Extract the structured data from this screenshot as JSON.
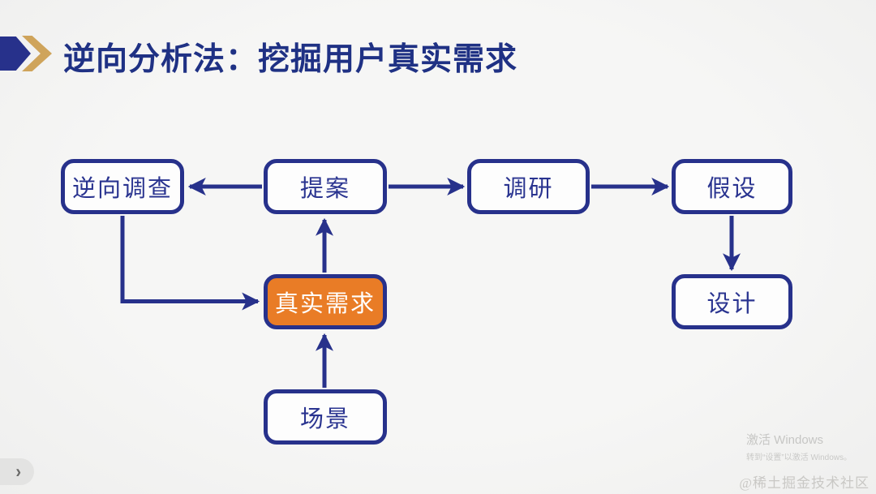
{
  "slide": {
    "title": "逆向分析法：挖掘用户真实需求"
  },
  "diagram": {
    "nodes": [
      {
        "id": "reverse-survey",
        "label": "逆向调查"
      },
      {
        "id": "proposal",
        "label": "提案"
      },
      {
        "id": "research",
        "label": "调研"
      },
      {
        "id": "hypothesis",
        "label": "假设"
      },
      {
        "id": "real-needs",
        "label": "真实需求",
        "highlight": true
      },
      {
        "id": "design",
        "label": "设计"
      },
      {
        "id": "scenario",
        "label": "场景"
      }
    ],
    "edges": [
      {
        "from": "提案",
        "to": "逆向调查"
      },
      {
        "from": "提案",
        "to": "调研"
      },
      {
        "from": "调研",
        "to": "假设"
      },
      {
        "from": "假设",
        "to": "设计"
      },
      {
        "from": "逆向调查",
        "to": "真实需求"
      },
      {
        "from": "真实需求",
        "to": "提案"
      },
      {
        "from": "场景",
        "to": "真实需求"
      }
    ]
  },
  "colors": {
    "navy": "#27318B",
    "title_navy": "#1F3184",
    "gold": "#CFA45B",
    "orange": "#E97C26",
    "background": "#F4F4F3",
    "box_text": "#2A3490",
    "highlight_text": "#FFFFFF"
  },
  "watermark": {
    "line1": "激活 Windows",
    "line2": "转到“设置”以激活 Windows。"
  },
  "footer": {
    "credit": "@稀土掘金技术社区"
  },
  "nav": {
    "next_glyph": "›"
  }
}
